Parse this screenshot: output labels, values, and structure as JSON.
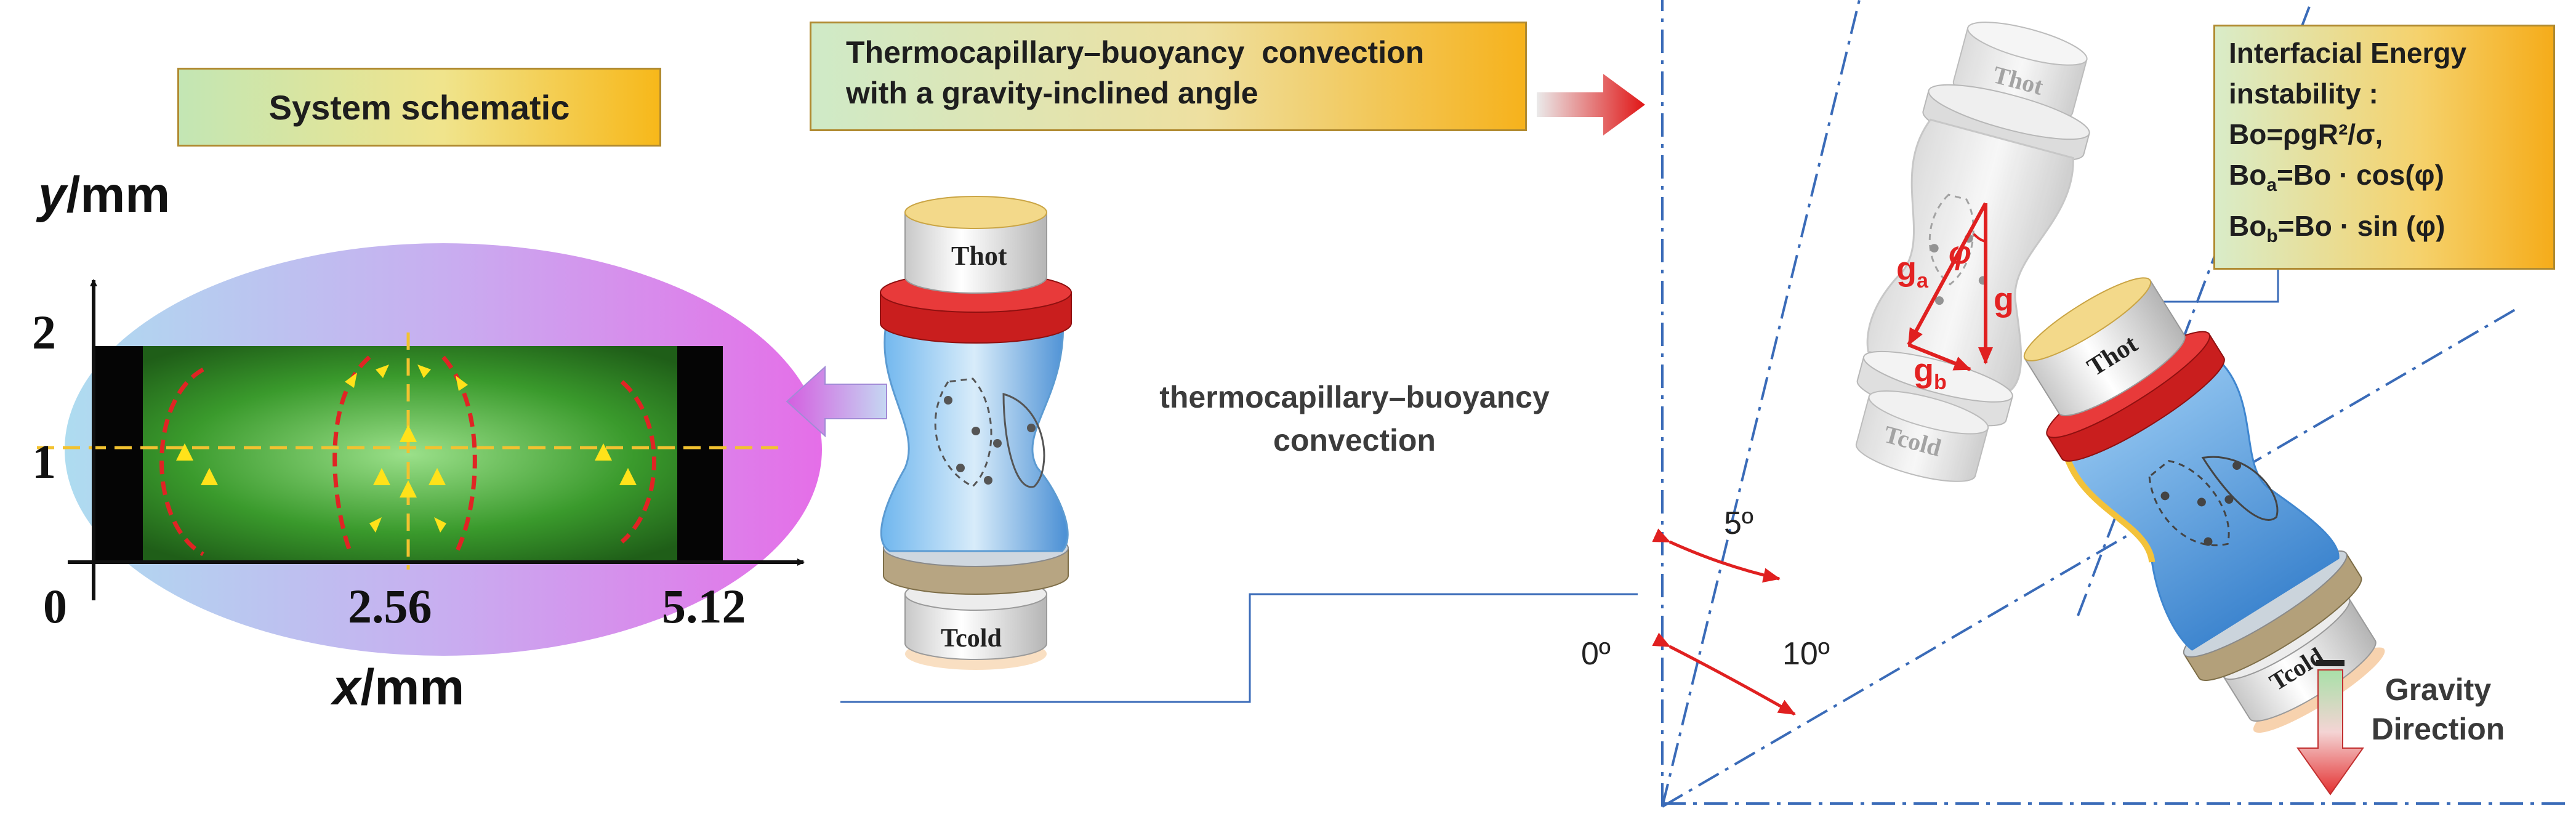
{
  "schematic": {
    "title": "System schematic",
    "y_label_var": "y",
    "y_label_unit": "/mm",
    "x_label_var": "x",
    "x_label_unit": "/mm",
    "y_ticks": [
      "2",
      "1"
    ],
    "x_ticks": [
      "0",
      "2.56",
      "5.12"
    ]
  },
  "center": {
    "hot_label": "Thot",
    "cold_label": "Tcold",
    "convection_label_line1": "thermocapillary–buoyancy",
    "convection_label_line2": "convection"
  },
  "top_box": {
    "line1": "Thermocapillary–buoyancy  convection",
    "line2": "with a gravity-inclined angle"
  },
  "angles": {
    "zero": "0º",
    "five": "5º",
    "ten": "10º"
  },
  "tilted_bridge": {
    "hot_label": "Thot",
    "cold_label": "Tcold",
    "g_label": "g",
    "ga_label": "a",
    "gb_label": "b",
    "phi_label": "φ"
  },
  "energy_box": {
    "line1": "Interfacial Energy",
    "line2": "instability :",
    "bo_line": "Bo=ρgR²/σ,",
    "boa_prefix": "Bo",
    "boa_sub": "a",
    "boa_rest": "=Bo · cos(φ)",
    "bob_prefix": "Bo",
    "bob_sub": "b",
    "bob_rest": "=Bo · sin (φ)"
  },
  "gravity": {
    "line1": "Gravity",
    "line2": "Direction"
  },
  "colors": {
    "axis_dash": "#3a6bb8",
    "arrow_red": "#e02020",
    "liquid_blue": "#4a9ad8",
    "hot_ring": "#d62020",
    "cold_ring": "#e3a830",
    "flow_green": "#3fae2e"
  }
}
